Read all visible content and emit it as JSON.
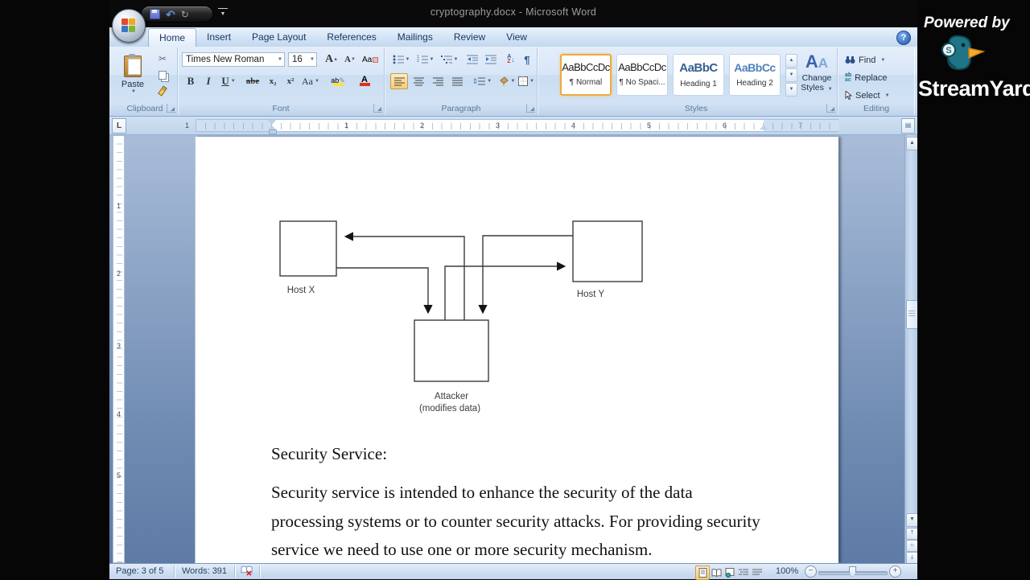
{
  "titlebar": {
    "title": "cryptography.docx - Microsoft Word"
  },
  "watermark": {
    "powered_by": "Powered by",
    "brand": "StreamYard"
  },
  "tabs": {
    "items": [
      "Home",
      "Insert",
      "Page Layout",
      "References",
      "Mailings",
      "Review",
      "View"
    ],
    "active": "Home"
  },
  "ribbon": {
    "clipboard": {
      "label": "Clipboard",
      "paste": "Paste"
    },
    "font": {
      "label": "Font",
      "name": "Times New Roman",
      "size": "16",
      "bold": "B",
      "italic": "I",
      "underline": "U",
      "strike": "abe",
      "subscript": "x₂",
      "superscript": "x²",
      "change_case": "Aa",
      "highlight": "ab",
      "color": "A"
    },
    "paragraph": {
      "label": "Paragraph",
      "pilcrow": "¶",
      "sort_a": "A",
      "sort_z": "Z"
    },
    "styles": {
      "label": "Styles",
      "change": "Change Styles",
      "items": [
        {
          "preview": "AaBbCcDc",
          "name": "¶ Normal"
        },
        {
          "preview": "AaBbCcDc",
          "name": "¶ No Spaci..."
        },
        {
          "preview": "AaBbC",
          "name": "Heading 1"
        },
        {
          "preview": "AaBbCc",
          "name": "Heading 2"
        }
      ]
    },
    "editing": {
      "label": "Editing",
      "find": "Find",
      "replace": "Replace",
      "select": "Select"
    }
  },
  "ruler": {
    "h_margin_number": "1",
    "h_numbers": [
      "1",
      "2",
      "3",
      "4",
      "5",
      "6",
      "7"
    ],
    "v_numbers": [
      "1",
      "2",
      "3",
      "4",
      "5"
    ]
  },
  "document": {
    "diagram": {
      "host_x": "Host X",
      "host_y": "Host Y",
      "attacker": "Attacker",
      "attacker_sub": "(modifies data)"
    },
    "heading": "Security Service:",
    "lines": [
      "Security service is intended to enhance the security of the data",
      "processing systems or to counter security attacks. For providing security",
      "service we need to use one or more security mechanism."
    ]
  },
  "statusbar": {
    "page": "Page: 3 of 5",
    "words": "Words: 391",
    "zoom": "100%"
  },
  "colors": {
    "accent_orange": "#f9cd72",
    "heading1": "#365f91",
    "heading2": "#4f81bd",
    "duck_teal": "#1f7486"
  }
}
